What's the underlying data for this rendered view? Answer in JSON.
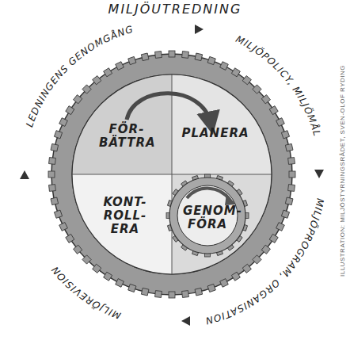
{
  "diagram": {
    "title": "MILJÖUTREDNING",
    "nodes": [
      {
        "text": [
          "FÖR- BÄTTRA"
        ]
      },
      {
        "text": [
          "PLANERA"
        ]
      },
      {
        "text": [
          "KONT- ROLL- ERA"
        ]
      },
      {
        "text": [
          "GENOM- FÖRA"
        ]
      }
    ],
    "edges": [
      {
        "from": 0,
        "to": 1,
        "arrow": "to"
      }
    ],
    "labels": [
      "LEDNINGENS GENOMGÅNG",
      "MILJÖPOLICY, MILJÖMÅL",
      "MILJÖPROGRAM, ORGANISATION",
      "MILJÖREVISION",
      "ILLUSTRATION: MILJÖSTYRNINGSRÅDET, SVEN-OLOF RYDING"
    ]
  }
}
